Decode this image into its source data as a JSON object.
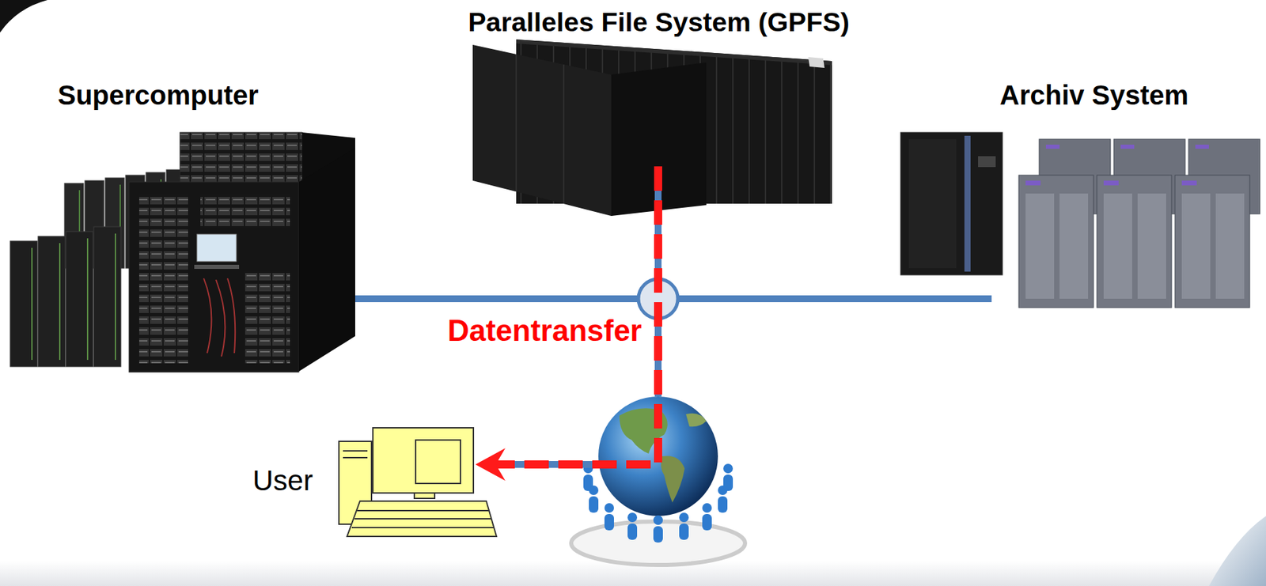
{
  "diagram": {
    "nodes": [
      {
        "text": [
          "Paralleles File System (GPFS)"
        ]
      },
      {
        "text": [
          "Supercomputer"
        ]
      },
      {
        "text": [
          "Archiv System"
        ]
      },
      {
        "text": [
          "User"
        ]
      }
    ],
    "edges": [
      {
        "from": 1,
        "to": 0,
        "arrow": "none"
      },
      {
        "from": 2,
        "to": 0,
        "arrow": "none"
      },
      {
        "from": 0,
        "to": 3,
        "arrow": "to",
        "label": "Datentransfer"
      }
    ]
  }
}
